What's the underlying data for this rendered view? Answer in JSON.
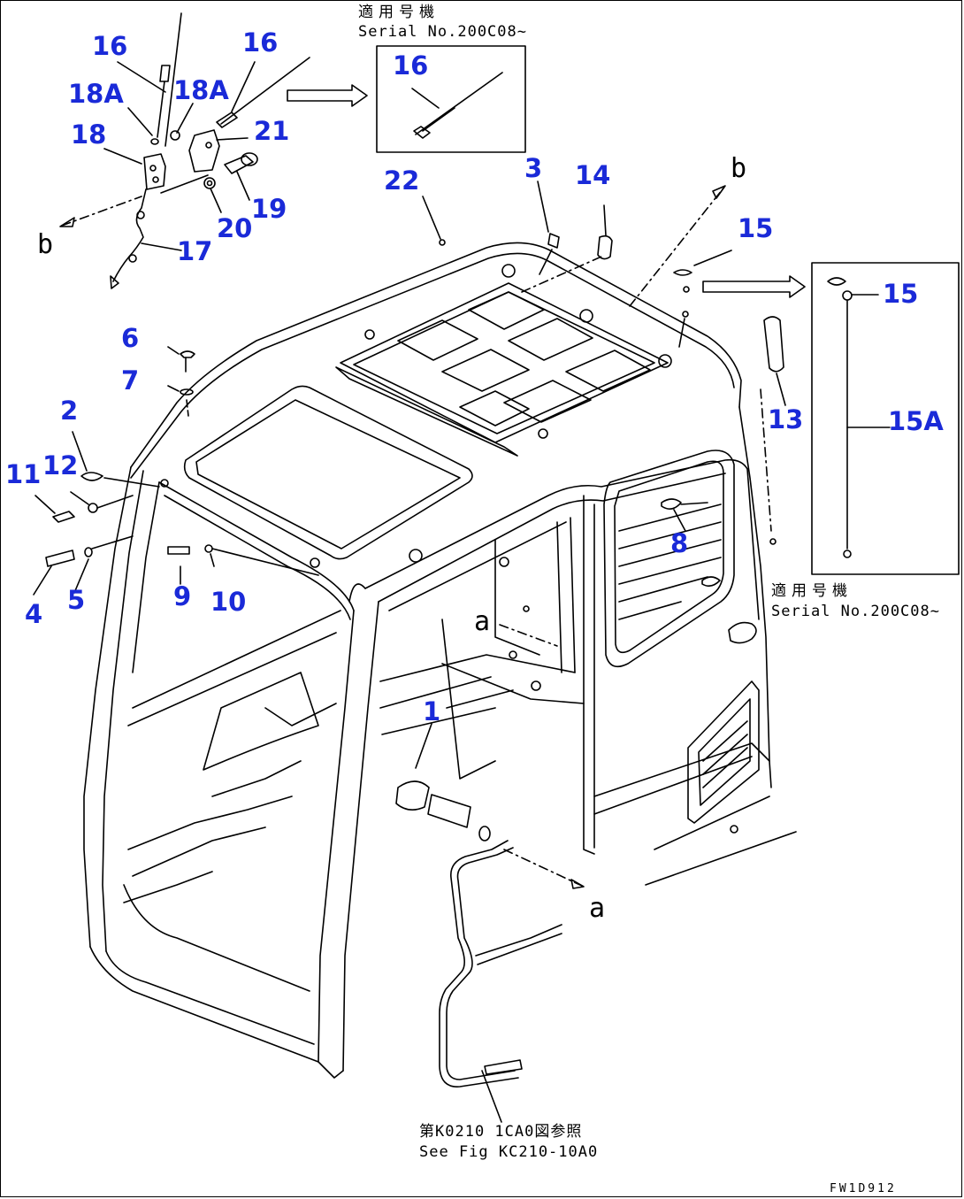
{
  "drawing_id": "FW1D912",
  "colors": {
    "callout": "#1a2ad8",
    "linework": "#000000",
    "background": "#ffffff"
  },
  "notes": {
    "top_jp": "適用号機",
    "top_en": "Serial No.200C08~",
    "right_jp": "適用号機",
    "right_en": "Serial No.200C08~",
    "bottom_jp": "第K0210 1CA0図参照",
    "bottom_en": "See Fig KC210-10A0"
  },
  "refs": {
    "b_top": "b",
    "b_left": "b",
    "a_mid": "a",
    "a_bottom": "a"
  },
  "callouts": [
    "16",
    "16",
    "18A",
    "18A",
    "18",
    "21",
    "19",
    "20",
    "17",
    "16",
    "22",
    "3",
    "14",
    "15",
    "15",
    "13",
    "15A",
    "6",
    "7",
    "2",
    "12",
    "11",
    "9",
    "10",
    "4",
    "5",
    "8",
    "1"
  ]
}
